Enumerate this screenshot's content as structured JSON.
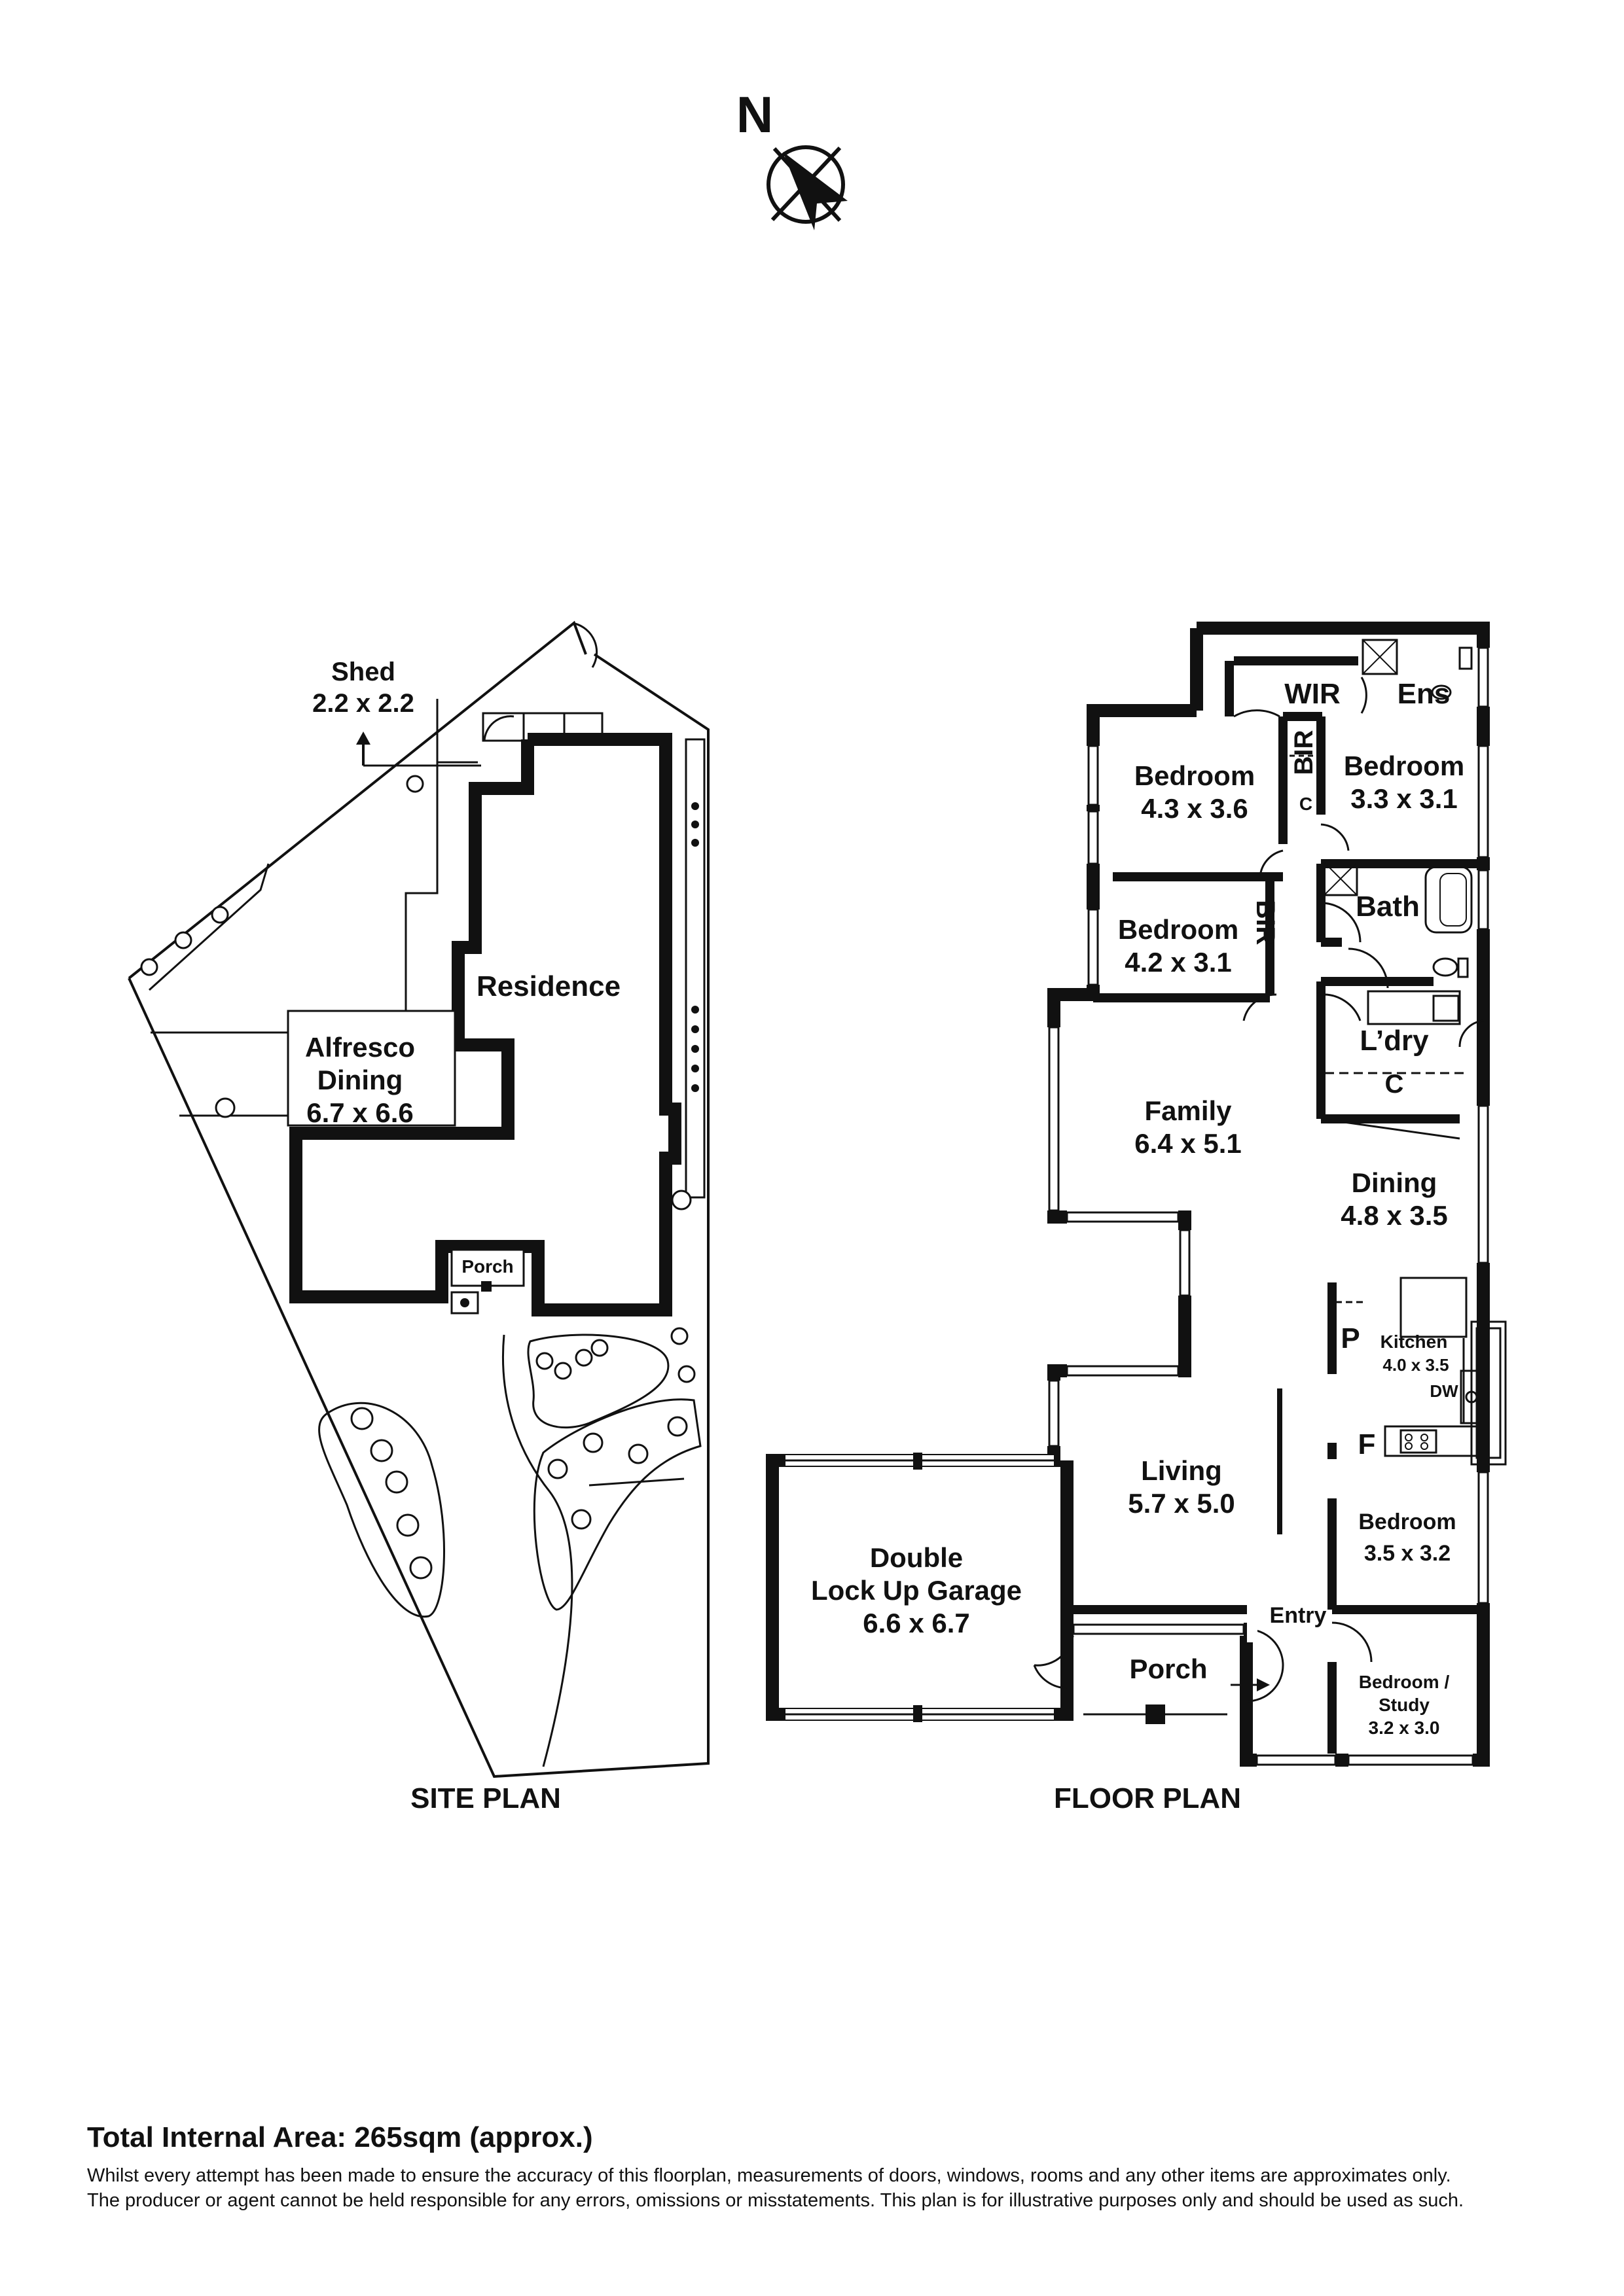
{
  "compass": {
    "label": "N"
  },
  "site_plan": {
    "title": "SITE PLAN",
    "shed_name": "Shed",
    "shed_size": "2.2 x 2.2",
    "residence": "Residence",
    "alfresco_name_1": "Alfresco",
    "alfresco_name_2": "Dining",
    "alfresco_size": "6.7 x 6.6",
    "porch": "Porch"
  },
  "floor_plan": {
    "title": "FLOOR PLAN",
    "wir": "WIR",
    "ens": "Ens",
    "bir": "BIR",
    "c": "C",
    "bedroom_1_name": "Bedroom",
    "bedroom_1_size": "4.3 x 3.6",
    "bedroom_2_name": "Bedroom",
    "bedroom_2_size": "3.3 x 3.1",
    "bedroom_3_name": "Bedroom",
    "bedroom_3_size": "4.2 x 3.1",
    "bath": "Bath",
    "laundry": "L’dry",
    "family_name": "Family",
    "family_size": "6.4 x 5.1",
    "dining_name": "Dining",
    "dining_size": "4.8 x 3.5",
    "pantry": "P",
    "kitchen_name": "Kitchen",
    "kitchen_size": "4.0 x 3.5",
    "dw": "DW",
    "fridge": "F",
    "living_name": "Living",
    "living_size": "5.7 x 5.0",
    "bedroom_4_name": "Bedroom",
    "bedroom_4_size": "3.5 x 3.2",
    "garage_line_1": "Double",
    "garage_line_2": "Lock Up Garage",
    "garage_size": "6.6 x 6.7",
    "entry": "Entry",
    "porch": "Porch",
    "study_line_1": "Bedroom /",
    "study_line_2": "Study",
    "study_size": "3.2 x 3.0"
  },
  "footer": {
    "total_area": "Total Internal Area: 265sqm (approx.)",
    "disclaimer_1": "Whilst every attempt has been made to ensure the accuracy of this floorplan, measurements of doors, windows, rooms and any other items are approximates only.",
    "disclaimer_2": "The producer or agent cannot be held responsible for any errors, omissions or misstatements. This plan is for illustrative purposes only and should be used as such."
  }
}
